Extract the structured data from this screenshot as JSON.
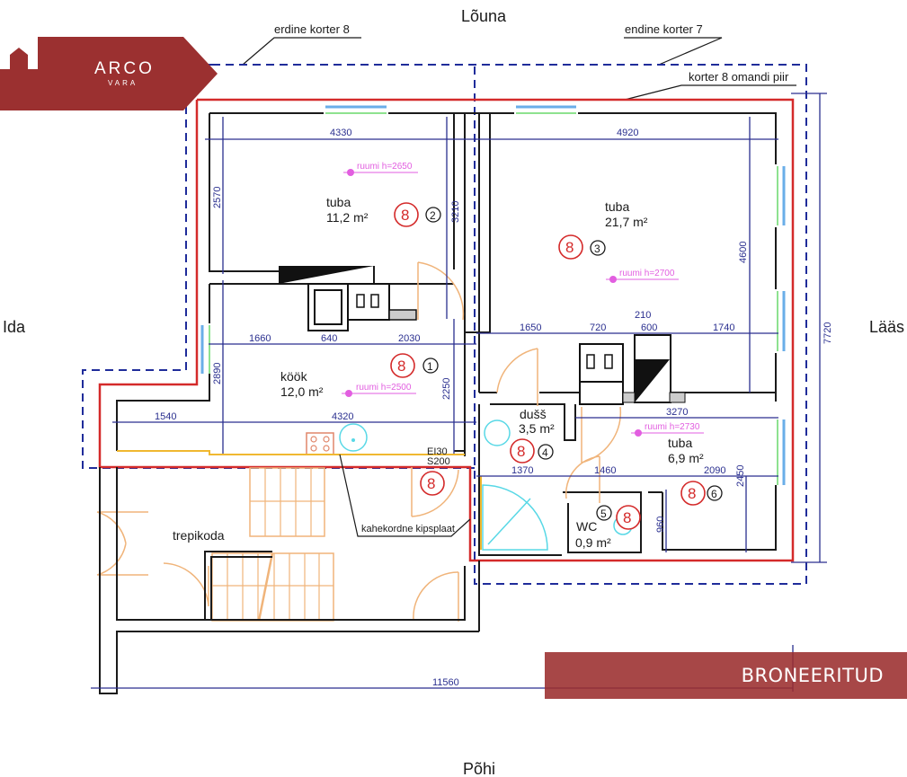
{
  "brand": {
    "name": "ARCO",
    "sub": "VARA",
    "color": "#9b3030"
  },
  "status_badge": {
    "label": "BRONEERITUD",
    "color": "#9b2d2d"
  },
  "compass": {
    "south": "Lõuna",
    "north": "Põhi",
    "east": "Ida",
    "west": "Lääs"
  },
  "annotations": {
    "former_apartment_8": "erdine korter 8",
    "former_apartment_7": "endine korter 7",
    "ownership_boundary": "korter 8 omandi piir",
    "double_plasterboard": "kahekordne kipsplaat",
    "fire_rating_1": "EI30",
    "fire_rating_2": "S200"
  },
  "rooms": [
    {
      "id": 1,
      "name": "köök",
      "area": "12,0 m²",
      "height": "ruumi h=2500",
      "apartment": "8"
    },
    {
      "id": 2,
      "name": "tuba",
      "area": "11,2 m²",
      "height": "ruumi h=2650",
      "apartment": "8"
    },
    {
      "id": 3,
      "name": "tuba",
      "area": "21,7 m²",
      "height": "ruumi h=2700",
      "apartment": "8"
    },
    {
      "id": 4,
      "name": "dušš",
      "area": "3,5 m²",
      "height": "",
      "apartment": "8"
    },
    {
      "id": 5,
      "name": "WC",
      "area": "0,9 m²",
      "height": "",
      "apartment": "8"
    },
    {
      "id": 6,
      "name": "tuba",
      "area": "6,9 m²",
      "height": "ruumi h=2730",
      "apartment": "8"
    },
    {
      "id": 0,
      "name": "trepikoda",
      "area": "",
      "height": "",
      "apartment": "8"
    }
  ],
  "room_numbers": [
    "①",
    "②",
    "③",
    "④",
    "⑤",
    "⑥"
  ],
  "apartment_tag": "8",
  "dimensions": {
    "room2_width": "4330",
    "room2_height_left": "2570",
    "room2_height_right": "3210",
    "room3_width": "4920",
    "room3_height": "4600",
    "kitchen_seg1": "1660",
    "kitchen_seg2": "640",
    "kitchen_seg3": "2030",
    "kitchen_height": "2890",
    "kitchen_height_right": "2250",
    "kitchen_lower_left": "1540",
    "kitchen_lower_main": "4320",
    "mid_seg1": "1650",
    "mid_seg2": "720",
    "mid_seg3": "210",
    "mid_seg4": "600",
    "mid_seg5": "1740",
    "room6_width": "3270",
    "bottom_seg1": "1370",
    "bottom_seg2": "1460",
    "bottom_seg3": "2090",
    "room6_height": "2450",
    "wc_height": "960",
    "total_height": "7720",
    "total_width": "11560"
  }
}
